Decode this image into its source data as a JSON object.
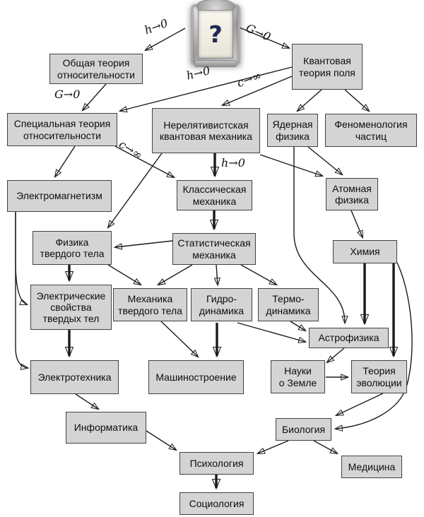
{
  "nodes": {
    "mystery": "?",
    "gr": "Общая теория\nотносительности",
    "qft": "Квантовая\nтеория поля",
    "sr": "Специальная теория\nотносительности",
    "nrqm": "Нерелятивистская\nквантовая механика",
    "nuclear": "Ядерная\nфизика",
    "pheno": "Феноменология\nчастиц",
    "em": "Электромагнетизм",
    "classical": "Классическая\nмеханика",
    "atomic": "Атомная\nфизика",
    "stat": "Статистическая\nмеханика",
    "solid": "Физика\nтвердого тела",
    "chem": "Химия",
    "elprop": "Электрические\nсвойства\nтвердых тел",
    "solidmech": "Механика\nтвердого тела",
    "hydro": "Гидро-\nдинамика",
    "thermo": "Термо-\nдинамика",
    "astro": "Астрофизика",
    "earth": "Науки\nо Земле",
    "evolution": "Теория\nэволюции",
    "eltech": "Электротехника",
    "mecheng": "Машиностроение",
    "informatics": "Информатика",
    "bio": "Биология",
    "psych": "Психология",
    "med": "Медицина",
    "soc": "Социология"
  },
  "edge_labels": {
    "l1": "h→0",
    "l2": "G→0",
    "l3": "G→0",
    "l4": "h→0",
    "l5": "c→∞",
    "l6": "c→∞",
    "l7": "h→0"
  },
  "colors": {
    "box_fill": "#d4d4d4",
    "box_border": "#414141",
    "arrow": "#1a1a1a",
    "background": "#ffffff",
    "question_mark": "#1b2a58",
    "frame_metal": "#b5b5b5",
    "frame_panel": "#f4f1e6"
  }
}
